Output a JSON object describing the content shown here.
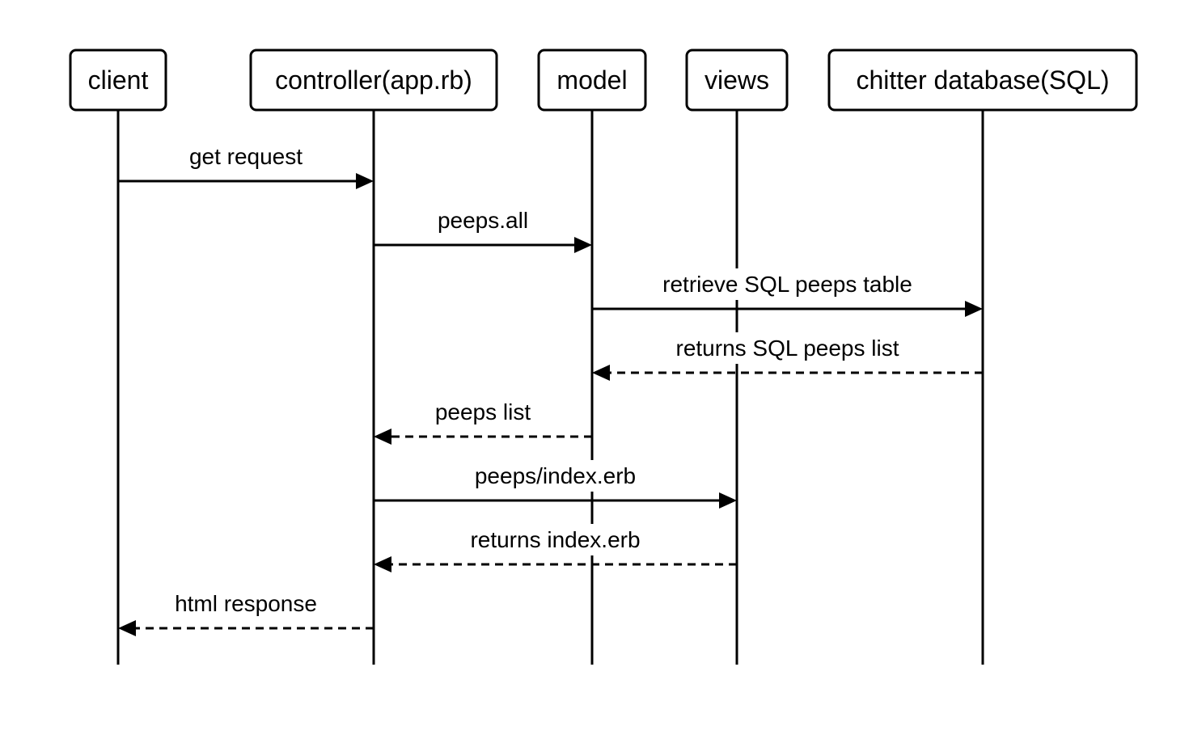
{
  "diagram": {
    "type": "sequence",
    "participants": [
      {
        "id": "client",
        "label": "client"
      },
      {
        "id": "controller",
        "label": "controller(app.rb)"
      },
      {
        "id": "model",
        "label": "model"
      },
      {
        "id": "views",
        "label": "views"
      },
      {
        "id": "database",
        "label": "chitter database(SQL)"
      }
    ],
    "messages": [
      {
        "from": "client",
        "to": "controller",
        "label": "get request",
        "style": "solid"
      },
      {
        "from": "controller",
        "to": "model",
        "label": "peeps.all",
        "style": "solid"
      },
      {
        "from": "model",
        "to": "database",
        "label": "retrieve SQL peeps table",
        "style": "solid"
      },
      {
        "from": "database",
        "to": "model",
        "label": "returns SQL peeps list",
        "style": "dashed"
      },
      {
        "from": "model",
        "to": "controller",
        "label": "peeps list",
        "style": "dashed"
      },
      {
        "from": "controller",
        "to": "views",
        "label": "peeps/index.erb",
        "style": "solid"
      },
      {
        "from": "views",
        "to": "controller",
        "label": "returns index.erb",
        "style": "dashed"
      },
      {
        "from": "controller",
        "to": "client",
        "label": "html response",
        "style": "dashed"
      }
    ]
  }
}
